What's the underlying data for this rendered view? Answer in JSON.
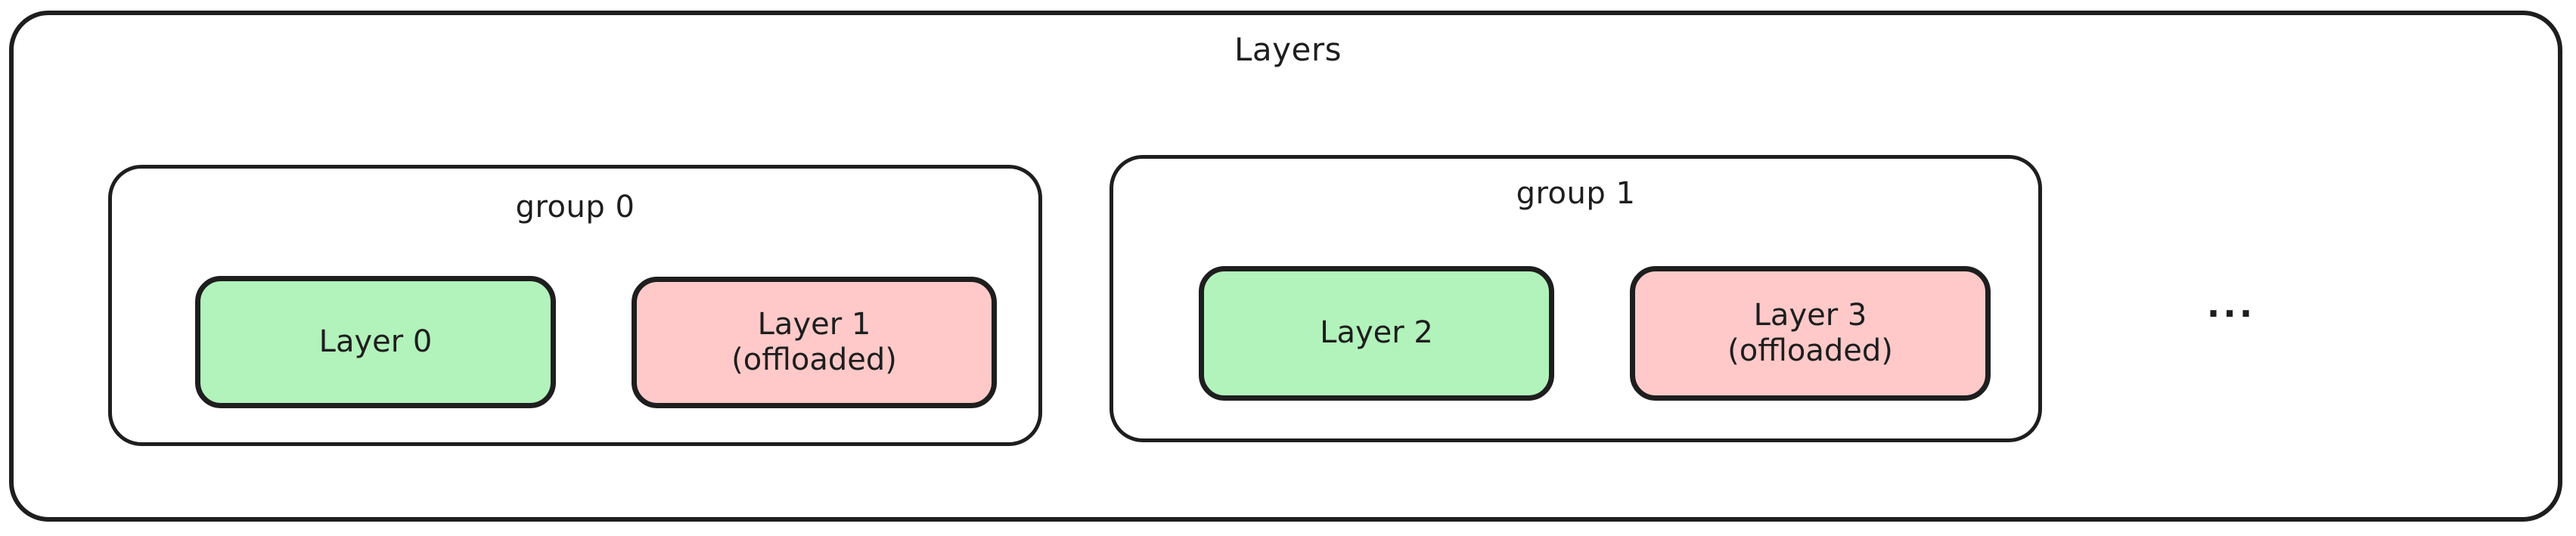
{
  "diagram": {
    "title": "Layers",
    "stroke_color": "#1e1e1e",
    "background_color": "#ffffff",
    "overflow_indicator": "...",
    "groups": [
      {
        "label": "group 0",
        "layers": [
          {
            "label": "Layer 0",
            "state": "resident",
            "fill": "#b2f2bb"
          },
          {
            "label": "Layer 1\n(offloaded)",
            "state": "offloaded",
            "fill": "#ffc9c9"
          }
        ]
      },
      {
        "label": "group 1",
        "layers": [
          {
            "label": "Layer 2",
            "state": "resident",
            "fill": "#b2f2bb"
          },
          {
            "label": "Layer 3\n(offloaded)",
            "state": "offloaded",
            "fill": "#ffc9c9"
          }
        ]
      }
    ]
  }
}
